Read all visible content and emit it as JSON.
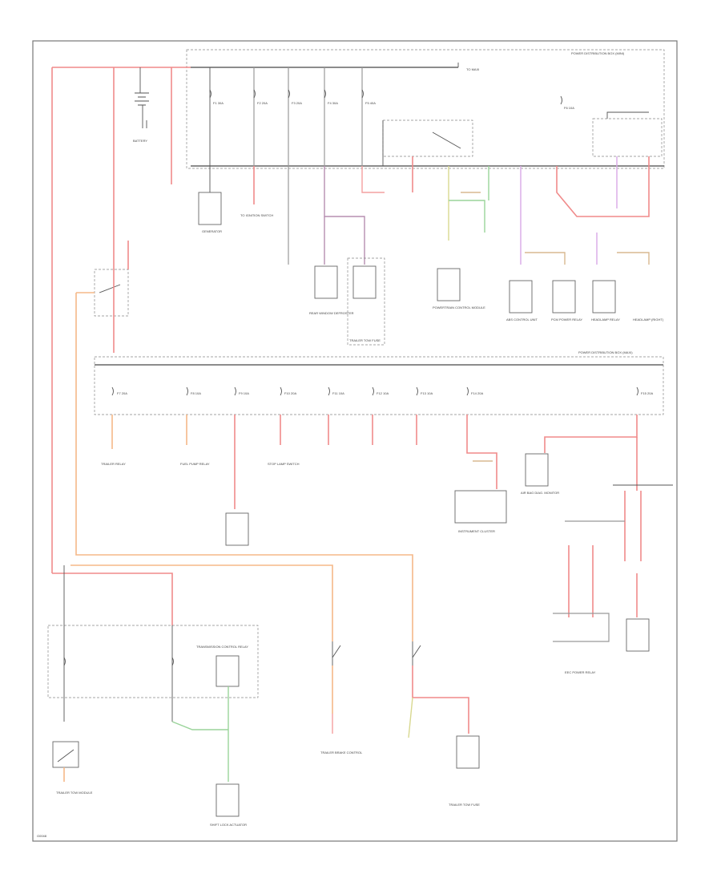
{
  "diagram": {
    "title_top": "POWER DISTRIBUTION BOX (MINI)",
    "title_mid": "POWER DISTRIBUTION BOX (MAXI)",
    "battery": "BATTERY",
    "footnote": "G0048",
    "fuses_top": [
      {
        "id": "f1",
        "label": "F1 30A"
      },
      {
        "id": "f2",
        "label": "F2 20A"
      },
      {
        "id": "f3",
        "label": "F3 20A"
      },
      {
        "id": "f4",
        "label": "F4 30A"
      },
      {
        "id": "f5",
        "label": "F5 40A"
      },
      {
        "id": "f6",
        "label": "F6 10A"
      }
    ],
    "fuses_mid": [
      {
        "id": "m1",
        "label": "F7 20A"
      },
      {
        "id": "m2",
        "label": "F8 10A"
      },
      {
        "id": "m3",
        "label": "F9 10A"
      },
      {
        "id": "m4",
        "label": "F10 20A"
      },
      {
        "id": "m5",
        "label": "F11 10A"
      },
      {
        "id": "m6",
        "label": "F12 10A"
      },
      {
        "id": "m7",
        "label": "F13 10A"
      },
      {
        "id": "m8",
        "label": "F14 20A"
      },
      {
        "id": "m9",
        "label": "F15 20A"
      }
    ],
    "components": [
      {
        "id": "generator",
        "label": "GENERATOR"
      },
      {
        "id": "to_ignition",
        "label": "TO IGNITION SWITCH"
      },
      {
        "id": "rear_window",
        "label": "REAR WINDOW DEFROSTER"
      },
      {
        "id": "trailer_fuse",
        "label": "TRAILER TOW FUSE"
      },
      {
        "id": "pcm",
        "label": "POWERTRAIN CONTROL MODULE"
      },
      {
        "id": "abs_unit",
        "label": "ABS CONTROL UNIT"
      },
      {
        "id": "pcm_relay",
        "label": "PCM POWER RELAY"
      },
      {
        "id": "headlamp_l",
        "label": "HEADLAMP RELAY"
      },
      {
        "id": "headlamp_r",
        "label": "HEADLAMP (RIGHT)"
      },
      {
        "id": "fuel_pump",
        "label": "FUEL PUMP RELAY"
      },
      {
        "id": "stop_lamp",
        "label": "STOP LAMP SWITCH"
      },
      {
        "id": "trailer_relay",
        "label": "TRAILER RELAY"
      },
      {
        "id": "trailer_module",
        "label": "TRAILER TOW MODULE"
      },
      {
        "id": "instrument",
        "label": "INSTRUMENT CLUSTER"
      },
      {
        "id": "air_bag",
        "label": "AIR BAG DIAG. MONITOR"
      },
      {
        "id": "trans_relay",
        "label": "TRANSMISSION CONTROL RELAY"
      },
      {
        "id": "shift_lock",
        "label": "SHIFT LOCK ACTUATOR"
      },
      {
        "id": "trailer_brake",
        "label": "TRAILER BRAKE CONTROL"
      },
      {
        "id": "eec_relay",
        "label": "EEC POWER RELAY"
      }
    ]
  }
}
